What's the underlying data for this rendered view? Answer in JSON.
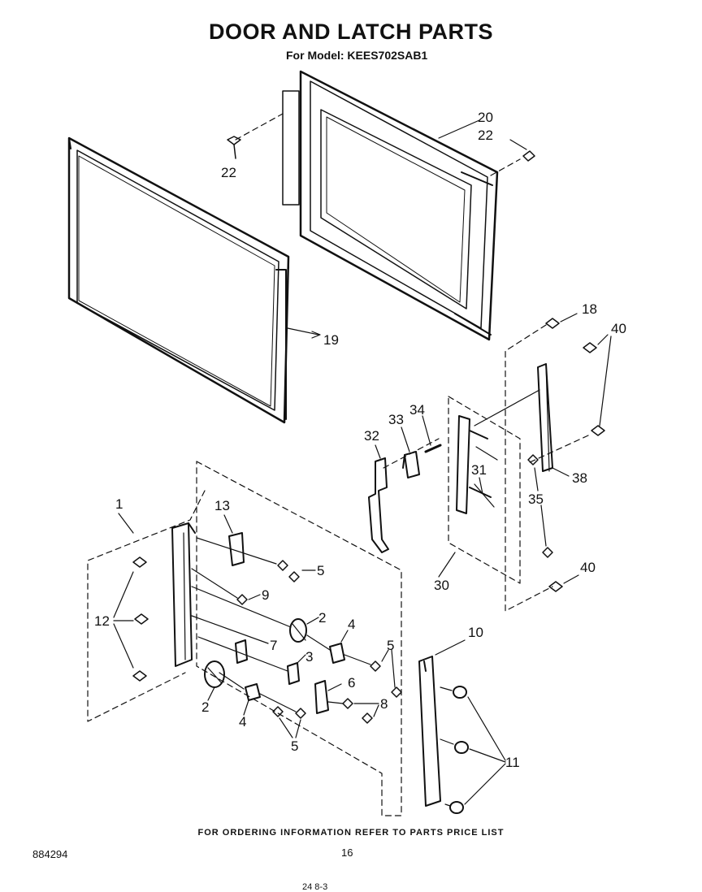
{
  "header": {
    "title": "DOOR AND LATCH PARTS",
    "model_line": "For Model: KEES702SAB1"
  },
  "footer": {
    "ordering_note": "FOR ORDERING INFORMATION REFER TO PARTS PRICE LIST",
    "doc_number": "884294",
    "page_number": "16",
    "cutoff_text": "24  8-3"
  },
  "callouts": {
    "c1": "1",
    "c2a": "2",
    "c2b": "2",
    "c3": "3",
    "c4a": "4",
    "c4b": "4",
    "c5a": "5",
    "c5b": "5",
    "c5c": "5",
    "c6": "6",
    "c7": "7",
    "c8": "8",
    "c9": "9",
    "c10": "10",
    "c11": "11",
    "c12": "12",
    "c13": "13",
    "c18": "18",
    "c19": "19",
    "c20": "20",
    "c22a": "22",
    "c22b": "22",
    "c30": "30",
    "c31": "31",
    "c32": "32",
    "c33": "33",
    "c34": "34",
    "c35": "35",
    "c38": "38",
    "c40a": "40",
    "c40b": "40"
  }
}
